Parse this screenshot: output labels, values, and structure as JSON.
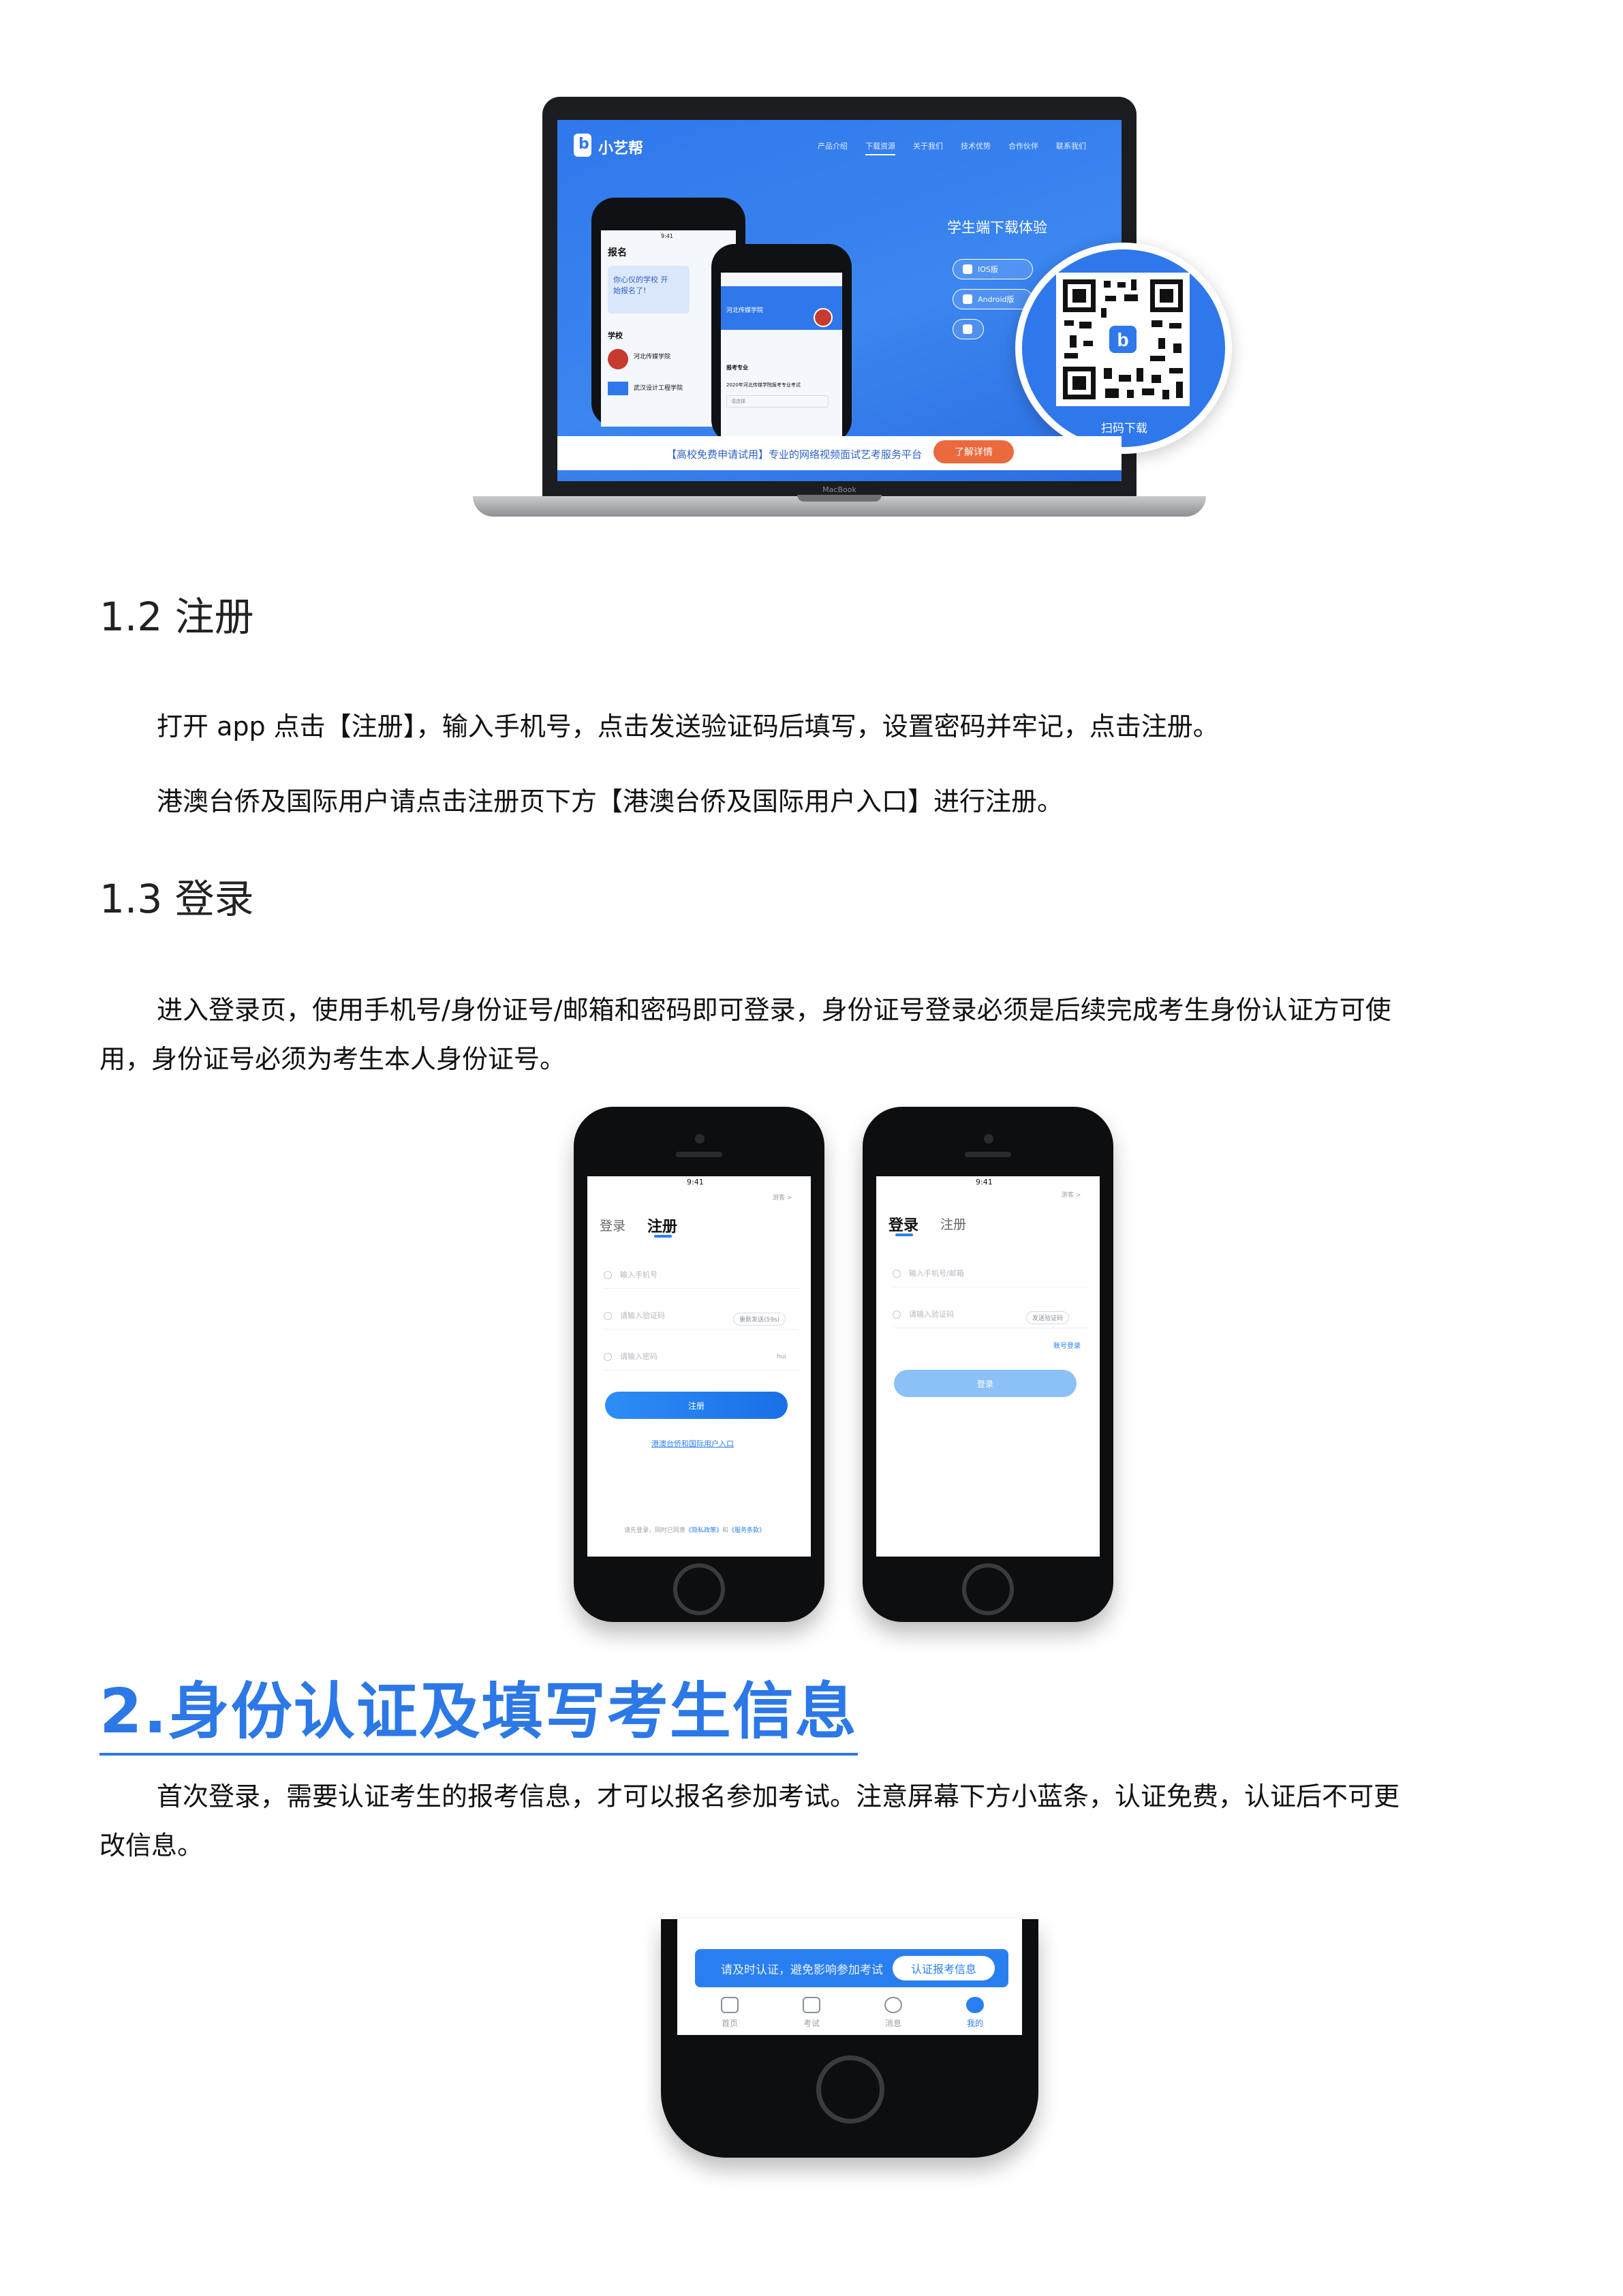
{
  "laptop": {
    "brand": "小艺帮",
    "nav": [
      "产品介绍",
      "下载资源",
      "关于我们",
      "技术优势",
      "合作伙伴",
      "联系我们"
    ],
    "hero": "学生端下载体验",
    "store_ios": "IOS版",
    "store_android": "Android版",
    "qr_label": "扫码下载",
    "banner_text": "【高校免费申请试用】专业的网络视频面试艺考服务平台",
    "banner_button": "了解详情",
    "device_label": "MacBook",
    "phone1": {
      "time": "9:41",
      "title": "报名",
      "promo": "你心仪的学校 开始报名了!",
      "section": "学校",
      "school1": "河北传媒学院",
      "school2": "武汉设计工程学院"
    },
    "phone2": {
      "header": "河北传媒学院",
      "tag": "报考专业",
      "item": "2020年河北传媒学院报考专业考试",
      "select": "请选择"
    }
  },
  "sections": {
    "s12": {
      "heading": "1.2 注册",
      "p1": "打开 app 点击【注册】，输入手机号，点击发送验证码后填写，设置密码并牢记，点击注册。",
      "p2": "港澳台侨及国际用户请点击注册页下方【港澳台侨及国际用户入口】进行注册。"
    },
    "s13": {
      "heading": "1.3 登录",
      "p1_line1": "进入登录页，使用手机号/身份证号/邮箱和密码即可登录，身份证号登录必须是后续完成考生身份认证方可使",
      "p1_line2": "用，身份证号必须为考生本人身份证号。"
    },
    "s2": {
      "heading": "2.身份认证及填写考生信息",
      "p1_line1": "首次登录，需要认证考生的报考信息，才可以报名参加考试。注意屏幕下方小蓝条，认证免费，认证后不可更",
      "p1_line2": "改信息。"
    }
  },
  "register_phone": {
    "time": "9:41",
    "guest": "游客 >",
    "tab_login": "登录",
    "tab_register": "注册",
    "phone_placeholder": "输入手机号",
    "code_placeholder": "请输入验证码",
    "resend": "重新发送(59s)",
    "password_placeholder": "请输入密码",
    "show_pwd": "hui",
    "submit": "注册",
    "intl_link": "港澳台侨和国际用户入口",
    "agreement_prefix": "请先登录，同时已同意",
    "privacy": "《隐私政策》",
    "and": "和",
    "service": "《服务条款》"
  },
  "login_phone": {
    "time": "9:41",
    "guest": "游客 >",
    "tab_login": "登录",
    "tab_register": "注册",
    "account_placeholder": "输入手机号/邮箱",
    "code_placeholder": "请输入验证码",
    "send_code": "发送验证码",
    "pwd_login": "账号登录",
    "submit": "登录"
  },
  "auth_phone": {
    "banner_text": "请及时认证，避免影响参加考试",
    "banner_button": "认证报考信息",
    "tabs": [
      "首页",
      "考试",
      "消息",
      "我的"
    ]
  },
  "colors": {
    "accent": "#2c78e6",
    "brand_blue": "#2f78ec",
    "cta_orange": "#ea6a3e"
  }
}
